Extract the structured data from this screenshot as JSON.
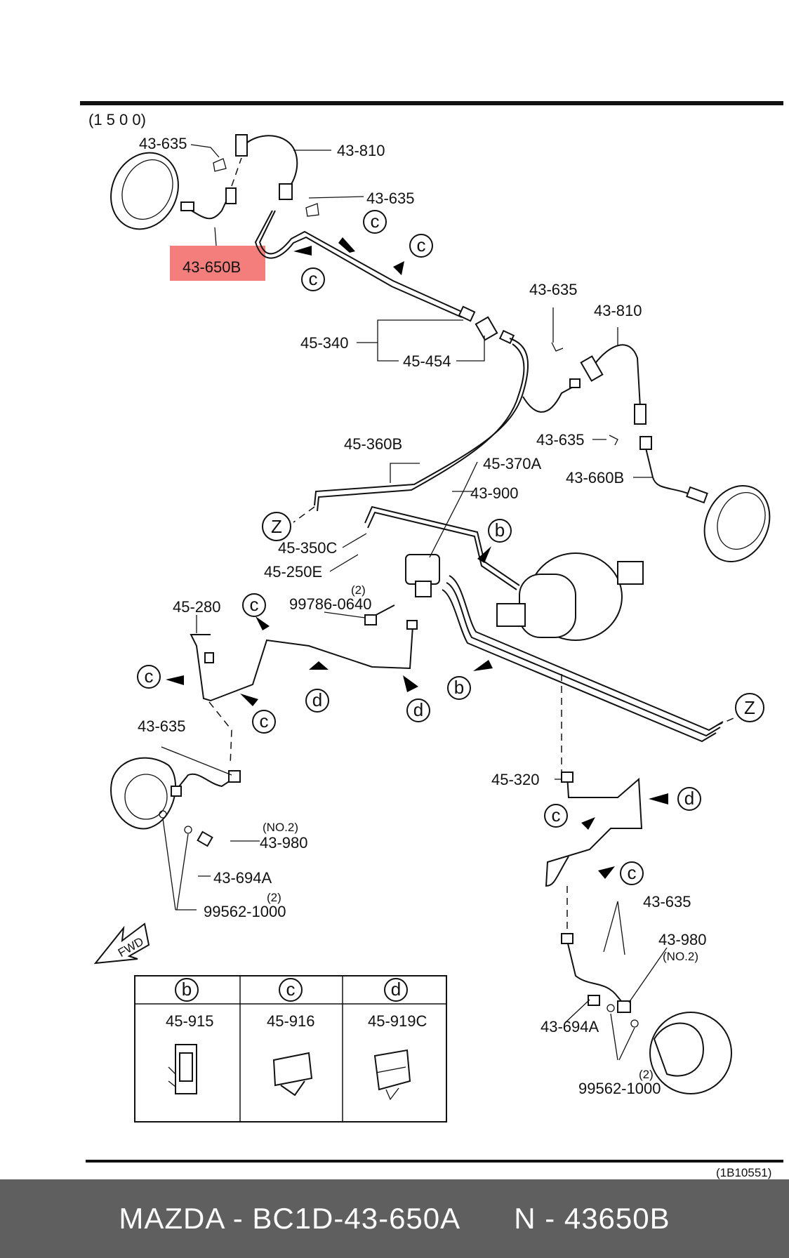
{
  "header_note": "(1 5 0 0)",
  "figure_code": "(1B10551)",
  "highlight_label": "43-650B",
  "labels": {
    "l_43_635_a": "43-635",
    "l_43_810_a": "43-810",
    "l_43_635_b": "43-635",
    "l_45_340": "45-340",
    "l_45_454": "45-454",
    "l_43_635_c": "43-635",
    "l_43_810_b": "43-810",
    "l_43_635_d": "43-635",
    "l_43_660b": "43-660B",
    "l_45_360b": "45-360B",
    "l_45_370a": "45-370A",
    "l_43_900": "43-900",
    "l_45_350c": "45-350C",
    "l_45_250e": "45-250E",
    "l_qty_2_a": "(2)",
    "l_99786": "99786-0640",
    "l_45_280": "45-280",
    "l_43_635_e": "43-635",
    "l_no2_a": "(NO.2)",
    "l_43_980_a": "43-980",
    "l_43_694a_a": "43-694A",
    "l_qty_2_b": "(2)",
    "l_99562_a": "99562-1000",
    "l_45_320": "45-320",
    "l_43_635_f": "43-635",
    "l_43_980_b": "43-980",
    "l_no2_b": "(NO.2)",
    "l_43_694a_b": "43-694A",
    "l_qty_2_c": "(2)",
    "l_99562_b": "99562-1000",
    "fwd": "FWD"
  },
  "callouts": {
    "c": "c",
    "b": "b",
    "d": "d",
    "z": "Z"
  },
  "legend": [
    {
      "letter": "b",
      "part": "45-915"
    },
    {
      "letter": "c",
      "part": "45-916"
    },
    {
      "letter": "d",
      "part": "45-919C"
    }
  ],
  "footer": {
    "brand_part": "MAZDA - BC1D-43-650A",
    "alt_part": "N - 43650B"
  },
  "colors": {
    "highlight": "#ef5350",
    "footer_bg": "#5f5f5f"
  }
}
